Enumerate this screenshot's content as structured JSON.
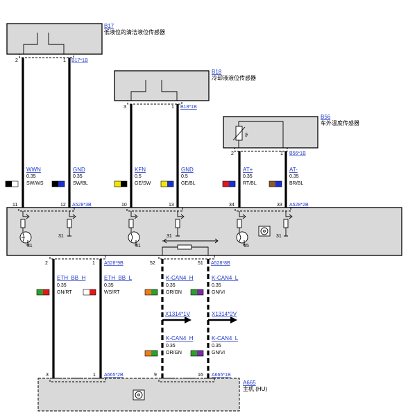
{
  "components": {
    "b17": {
      "id": "B17",
      "name": "低液位的清洁液位传感器"
    },
    "b18": {
      "id": "B18",
      "name": "冷却液液位传感器"
    },
    "b56": {
      "id": "B56",
      "name": "车外温度传感器"
    },
    "a665": {
      "id": "A665",
      "name": "主机 (HU)"
    }
  },
  "connectors": {
    "b17": "B17*1B",
    "b18": "B18*1B",
    "b56": "B56*1B",
    "a528_3b": "A528*3B",
    "a528_2b": "A528*2B",
    "a528_9b": "A528*9B",
    "a528_8b": "A528*8B",
    "x1314_1v": "X1314*1V",
    "x1314_2v": "X1314*2V",
    "a665_2b": "A665*2B",
    "a665_1b": "A665*1B"
  },
  "pins": {
    "b17_left": "2",
    "b17_right": "1",
    "b18_left": "3",
    "b18_right": "1",
    "b56_left": "2",
    "b56_right": "1",
    "ecu_top": [
      "11",
      "12",
      "10",
      "13",
      "34",
      "33"
    ],
    "ecu_bottom": [
      "2",
      "1",
      "52",
      "51"
    ],
    "a665": [
      "3",
      "1",
      "9",
      "16"
    ]
  },
  "wires": {
    "wwn": {
      "signal": "WWN",
      "size": "0.35",
      "color": "SW/WS",
      "c1": "#000000",
      "c2": "#ffffff"
    },
    "gnd1": {
      "signal": "GND",
      "size": "0.35",
      "color": "SW/BL",
      "c1": "#000000",
      "c2": "#1a2fd1"
    },
    "kfn": {
      "signal": "KFN",
      "size": "0.5",
      "color": "GE/SW",
      "c1": "#f2e600",
      "c2": "#000000"
    },
    "gnd2": {
      "signal": "GND",
      "size": "0.5",
      "color": "GE/BL",
      "c1": "#f2e600",
      "c2": "#1a2fd1"
    },
    "atp": {
      "signal": "AT+",
      "size": "0.35",
      "color": "RT/BL",
      "c1": "#e01818",
      "c2": "#1a2fd1"
    },
    "atm": {
      "signal": "AT-",
      "size": "0.35",
      "color": "BR/BL",
      "c1": "#8b5a2b",
      "c2": "#1a2fd1"
    },
    "eth_h": {
      "signal": "ETH_BB_H",
      "size": "0.35",
      "color": "GN/RT",
      "c1": "#2ca02c",
      "c2": "#e01818"
    },
    "eth_l": {
      "signal": "ETH_BB_L",
      "size": "0.35",
      "color": "WS/RT",
      "c1": "#ffffff",
      "c2": "#e01818"
    },
    "kcan_h": {
      "signal": "K-CAN4_H",
      "size": "0.35",
      "color": "OR/GN",
      "c1": "#f07a1a",
      "c2": "#2ca02c"
    },
    "kcan_l": {
      "signal": "K-CAN4_L",
      "size": "0.35",
      "color": "GN/VI",
      "c1": "#2ca02c",
      "c2": "#7a2ca0"
    }
  },
  "ground_labels": {
    "g31": "31",
    "g15": "15"
  },
  "b56_symbol": "ϑ"
}
